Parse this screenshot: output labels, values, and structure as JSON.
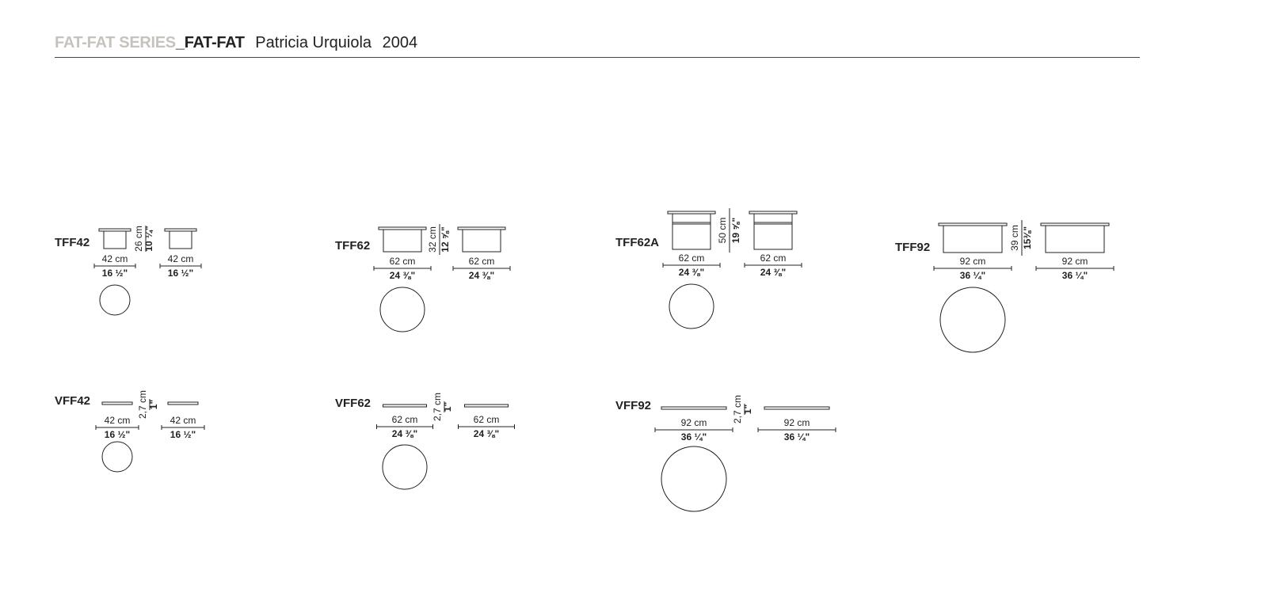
{
  "header": {
    "series": "FAT-FAT SERIES",
    "separator": "_",
    "model": "FAT-FAT",
    "designer": "Patricia Urquiola",
    "year": "2004"
  },
  "products": [
    {
      "code": "TFF42",
      "type": "table",
      "width_cm": "42 cm",
      "width_in": "16 ½\"",
      "height_cm": "26 cm",
      "height_in": "10 ¼\""
    },
    {
      "code": "TFF62",
      "type": "table",
      "width_cm": "62 cm",
      "width_in": "24 ⅜\"",
      "height_cm": "32 cm",
      "height_in": "12 ⅝\""
    },
    {
      "code": "TFF62A",
      "type": "tall-table",
      "width_cm": "62 cm",
      "width_in": "24 ⅜\"",
      "height_cm": "50 cm",
      "height_in": "19 ⅝\""
    },
    {
      "code": "TFF92",
      "type": "table",
      "width_cm": "92 cm",
      "width_in": "36 ¼\"",
      "height_cm": "39 cm",
      "height_in": "15⅜\""
    },
    {
      "code": "VFF42",
      "type": "tray",
      "width_cm": "42 cm",
      "width_in": "16 ½\"",
      "height_cm": "2,7 cm",
      "height_in": "1\""
    },
    {
      "code": "VFF62",
      "type": "tray",
      "width_cm": "62 cm",
      "width_in": "24 ⅜\"",
      "height_cm": "2,7 cm",
      "height_in": "1\""
    },
    {
      "code": "VFF92",
      "type": "tray",
      "width_cm": "92 cm",
      "width_in": "36 ¼\"",
      "height_cm": "2,7 cm",
      "height_in": "1\""
    }
  ]
}
